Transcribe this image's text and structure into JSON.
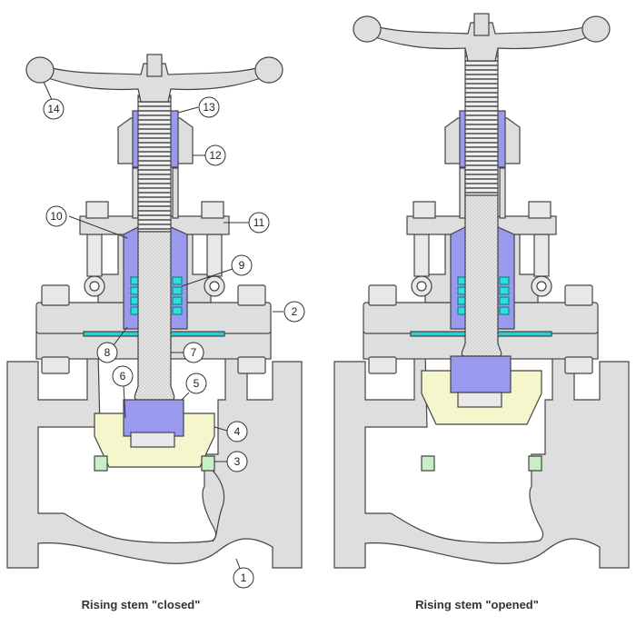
{
  "captions": {
    "left": "Rising stem \"closed\"",
    "right": "Rising stem \"opened\""
  },
  "callouts": [
    "1",
    "2",
    "3",
    "4",
    "5",
    "6",
    "7",
    "8",
    "9",
    "10",
    "11",
    "12",
    "13",
    "14"
  ],
  "colors": {
    "body": "#dedede",
    "outline": "#444444",
    "packing": "#9999ee",
    "packing_ring": "#33dddd",
    "disc": "#f6f6cc",
    "seat": "#c8eec8",
    "gasket": "#33cccc"
  }
}
